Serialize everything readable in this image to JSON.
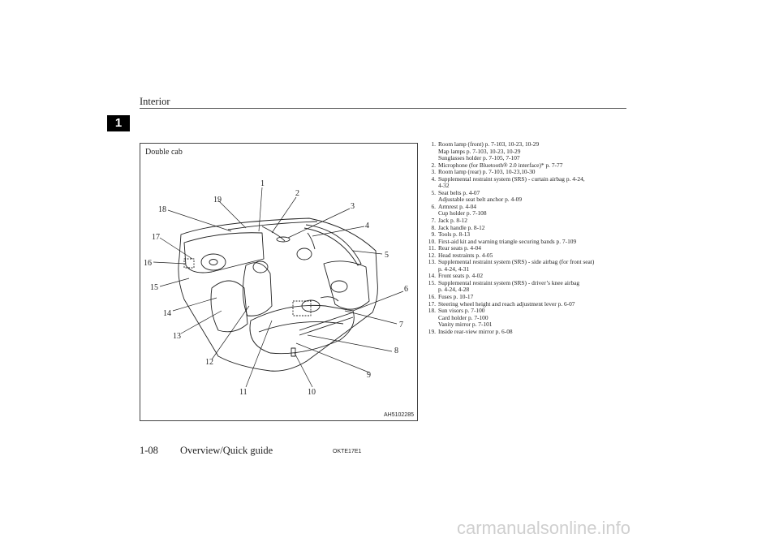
{
  "header": {
    "title": "Interior",
    "chapter": "1"
  },
  "figure": {
    "caption": "Double cab",
    "code": "AH5102285",
    "callouts": [
      "1",
      "2",
      "3",
      "4",
      "5",
      "6",
      "7",
      "8",
      "9",
      "10",
      "11",
      "12",
      "13",
      "14",
      "15",
      "16",
      "17",
      "18",
      "19"
    ]
  },
  "legend": [
    {
      "num": "1.",
      "lines": [
        "Room lamp (front) p. 7-103, 10-23, 10-29",
        "Map lamps p. 7-103, 10-23, 10-29",
        "Sunglasses holder p. 7-105, 7-107"
      ]
    },
    {
      "num": "2.",
      "lines": [
        "Microphone (for Bluetooth® 2.0 interface)* p. 7-77"
      ]
    },
    {
      "num": "3.",
      "lines": [
        "Room lamp (rear) p. 7-103, 10-23,10-30"
      ]
    },
    {
      "num": "4.",
      "lines": [
        "Supplemental restraint system (SRS) - curtain airbag p. 4-24,",
        "4-32"
      ]
    },
    {
      "num": "5.",
      "lines": [
        "Seat belts p. 4-07",
        "Adjustable seat belt anchor p. 4-09"
      ]
    },
    {
      "num": "6.",
      "lines": [
        "Armrest p. 4-04",
        "Cup holder p. 7-108"
      ]
    },
    {
      "num": "7.",
      "lines": [
        "Jack p. 8-12"
      ]
    },
    {
      "num": "8.",
      "lines": [
        "Jack handle p. 8-12"
      ]
    },
    {
      "num": "9.",
      "lines": [
        "Tools p. 8-13"
      ]
    },
    {
      "num": "10.",
      "lines": [
        "First-aid kit and warning triangle securing bands p. 7-109"
      ]
    },
    {
      "num": "11.",
      "lines": [
        "Rear seats p. 4-04"
      ]
    },
    {
      "num": "12.",
      "lines": [
        "Head restraints p. 4-05"
      ]
    },
    {
      "num": "13.",
      "lines": [
        "Supplemental restraint system (SRS) - side airbag (for front seat)",
        "p. 4-24, 4-31"
      ]
    },
    {
      "num": "14.",
      "lines": [
        "Front seats p. 4-02"
      ]
    },
    {
      "num": "15.",
      "lines": [
        "Supplemental restraint system (SRS) - driver’s knee airbag",
        "p. 4-24, 4-28"
      ]
    },
    {
      "num": "16.",
      "lines": [
        "Fuses p. 10-17"
      ]
    },
    {
      "num": "17.",
      "lines": [
        "Steering wheel height and reach adjustment lever p. 6-07"
      ]
    },
    {
      "num": "18.",
      "lines": [
        "Sun visors p. 7-100",
        "Card holder p. 7-100",
        "Vanity mirror p. 7-101"
      ]
    },
    {
      "num": "19.",
      "lines": [
        "Inside rear-view mirror p. 6-08"
      ]
    }
  ],
  "footer": {
    "page": "1-08",
    "section": "Overview/Quick guide",
    "code": "OKTE17E1"
  },
  "watermark": "carmanualsonline.info"
}
